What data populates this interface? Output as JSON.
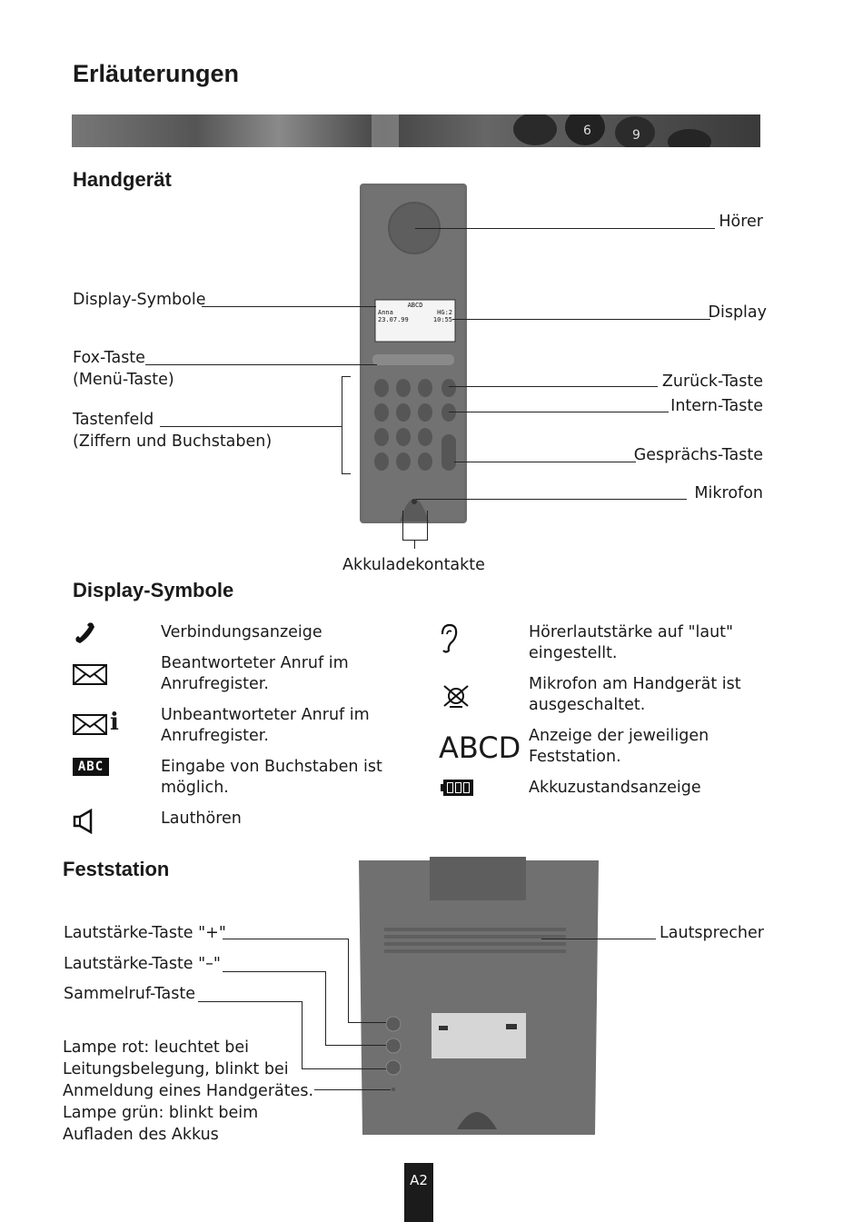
{
  "page_title": "Erläuterungen",
  "handset": {
    "heading": "Handgerät",
    "labels": {
      "hoerer": "Hörer",
      "display_symbole": "Display-Symbole",
      "display": "Display",
      "fox_taste_1": "Fox-Taste",
      "fox_taste_2": "(Menü-Taste)",
      "zurueck": "Zurück-Taste",
      "intern": "Intern-Taste",
      "tastenfeld_1": "Tastenfeld",
      "tastenfeld_2": "(Ziffern und Buchstaben)",
      "gespraech": "Gesprächs-Taste",
      "mikrofon": "Mikrofon",
      "akku": "Akkuladekontakte"
    },
    "screen": {
      "row1": "ABCD",
      "row2_left": "Anna",
      "row2_right": "HG:2",
      "row3_left": "23.07.99",
      "row3_right": "10:55"
    }
  },
  "display_symbols": {
    "heading": "Display-Symbole",
    "left": [
      {
        "icon": "phone-handset-icon",
        "line1": "Verbindungsanzeige",
        "line2": ""
      },
      {
        "icon": "envelope-icon",
        "line1": "Beantworteter Anruf im",
        "line2": "Anrufregister."
      },
      {
        "icon": "envelope-info-icon",
        "line1": "Unbeantworteter Anruf im",
        "line2": "Anrufregister."
      },
      {
        "icon": "abc-icon",
        "line1": "Eingabe von Buchstaben ist",
        "line2": "möglich."
      },
      {
        "icon": "speaker-icon",
        "line1": "Lauthören",
        "line2": ""
      }
    ],
    "right": [
      {
        "icon": "ear-icon",
        "line1": "Hörerlautstärke auf \"laut\"",
        "line2": "eingestellt."
      },
      {
        "icon": "mic-off-icon",
        "line1": "Mikrofon am Handgerät ist",
        "line2": "ausgeschaltet."
      },
      {
        "icon": "abcd-text-icon",
        "line1": "Anzeige der jeweiligen",
        "line2": "Feststation."
      },
      {
        "icon": "battery-icon",
        "line1": "Akkuzustandsanzeige",
        "line2": ""
      }
    ],
    "abc_glyph": "ABC",
    "abcd_glyph": "ABCD",
    "info_glyph": "i"
  },
  "base_station": {
    "heading": "Feststation",
    "labels": {
      "vol_plus": "Lautstärke-Taste \"+\"",
      "vol_minus": "Lautstärke-Taste \"–\"",
      "sammelruf": "Sammelruf-Taste",
      "lautsprecher": "Lautsprecher",
      "lampe_1": "Lampe rot: leuchtet bei",
      "lampe_2": "Leitungsbelegung, blinkt bei",
      "lampe_3": "Anmeldung eines Handgerätes.",
      "lampe_4": "Lampe grün: blinkt beim",
      "lampe_5": "Aufladen des Akkus"
    }
  },
  "page_number": "A2"
}
